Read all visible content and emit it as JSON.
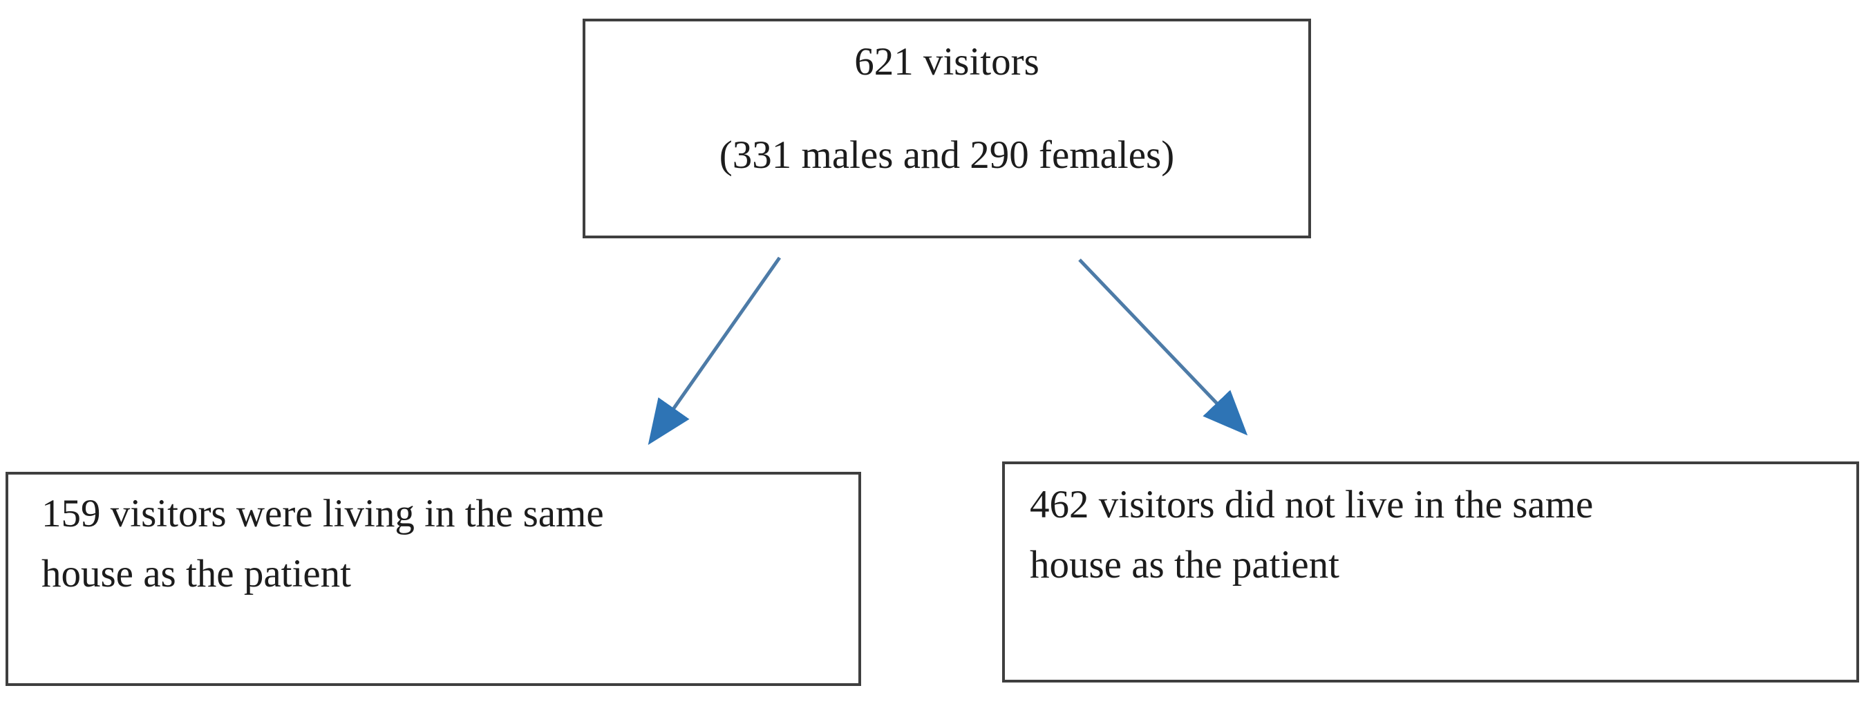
{
  "diagram": {
    "top_box": {
      "line1": "621 visitors",
      "line2": "(331 males and 290 females)"
    },
    "left_box": {
      "line1": "159 visitors were living in the same",
      "line2": "house as the patient"
    },
    "right_box": {
      "line1": "462 visitors did not live in the same",
      "line2": "house as the patient"
    },
    "colors": {
      "arrow_shaft": "#4d7ba7",
      "arrow_head": "#2e74b5",
      "box_border": "#3f3f3f",
      "text": "#1c1c1c",
      "background": "#ffffff"
    }
  }
}
